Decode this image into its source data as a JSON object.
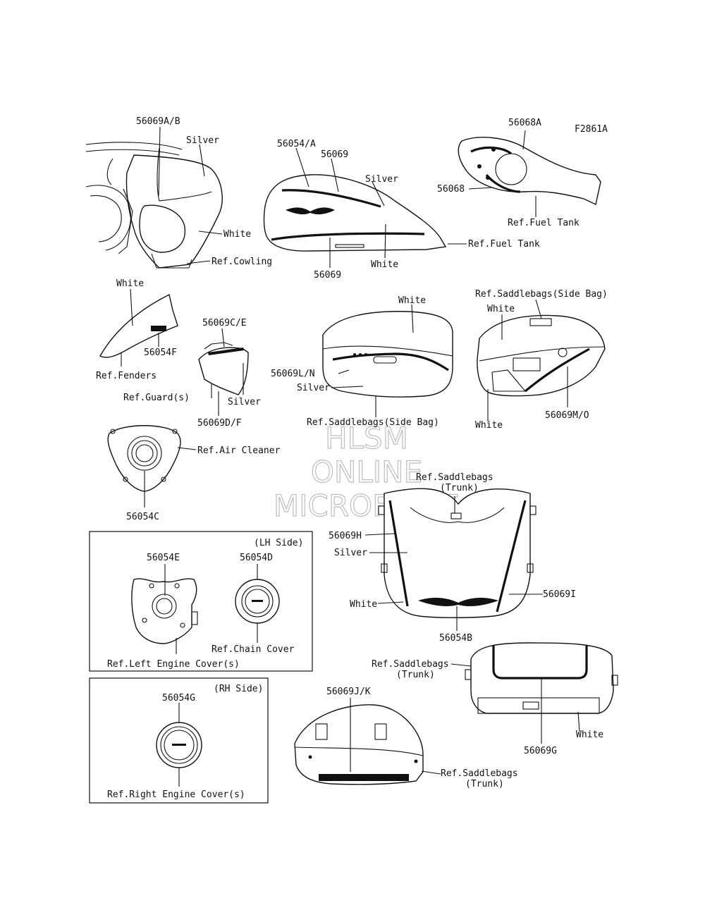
{
  "figure_code": "F2861A",
  "watermark": [
    "HLSM",
    "ONLINE",
    "MICROFICHE"
  ],
  "panels": {
    "lh_side": "(LH Side)",
    "rh_side": "(RH Side)"
  },
  "labels": {
    "p56069AB": "56069A/B",
    "silver_cowl": "Silver",
    "white_cowl": "White",
    "ref_cowling": "Ref.Cowling",
    "p56054A": "56054/A",
    "p56069_top": "56069",
    "silver_tank": "Silver",
    "ref_fuel_tank_1": "Ref.Fuel Tank",
    "white_tank": "White",
    "p56069_bottom": "56069",
    "p56068A": "56068A",
    "p56068": "56068",
    "ref_fuel_tank_2": "Ref.Fuel Tank",
    "white_fender": "White",
    "p56054F": "56054F",
    "ref_fenders": "Ref.Fenders",
    "p56069CE": "56069C/E",
    "ref_guards": "Ref.Guard(s)",
    "silver_guard": "Silver",
    "p56069DF": "56069D/F",
    "white_sb_left": "White",
    "p56069LN": "56069L/N",
    "silver_sb_left": "Silver",
    "ref_saddlebags_side_1": "Ref.Saddlebags(Side Bag)",
    "ref_saddlebags_side_2": "Ref.Saddlebags(Side Bag)",
    "white_sb_right_top": "White",
    "white_sb_right_bottom": "White",
    "p56069MO": "56069M/O",
    "ref_air_cleaner": "Ref.Air Cleaner",
    "p56054C": "56054C",
    "ref_trunk_1a": "Ref.Saddlebags",
    "ref_trunk_1b": "(Trunk)",
    "p56069H": "56069H",
    "silver_trunk": "Silver",
    "white_trunk": "White",
    "p56069I": "56069I",
    "p56054B": "56054B",
    "p56054E": "56054E",
    "p56054D": "56054D",
    "ref_chain_cover": "Ref.Chain Cover",
    "ref_left_engine_covers": "Ref.Left Engine Cover(s)",
    "ref_trunk_2a": "Ref.Saddlebags",
    "ref_trunk_2b": "(Trunk)",
    "white_trunk2": "White",
    "p56069G": "56069G",
    "p56054G": "56054G",
    "ref_right_engine_covers": "Ref.Right Engine Cover(s)",
    "p56069JK": "56069J/K",
    "ref_trunk_3a": "Ref.Saddlebags",
    "ref_trunk_3b": "(Trunk)"
  }
}
